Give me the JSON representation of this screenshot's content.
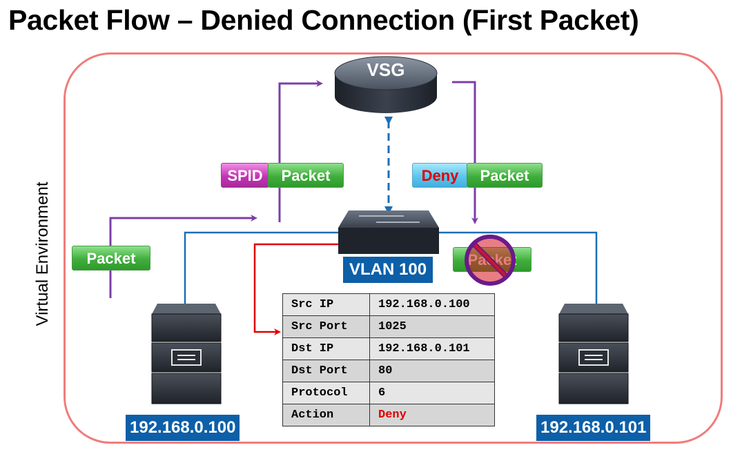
{
  "title": "Packet Flow – Denied Connection (First Packet)",
  "environment_label": "Virtual Environment",
  "vsg": {
    "label": "VSG"
  },
  "switch": {
    "label": "VLAN 100"
  },
  "hosts": {
    "left_ip": "192.168.0.100",
    "right_ip": "192.168.0.101"
  },
  "tags": {
    "packet_left": "Packet",
    "spid": "SPID",
    "spid_packet": "Packet",
    "deny": "Deny",
    "deny_packet": "Packet",
    "blocked_packet": "Packet"
  },
  "flow_table": [
    {
      "key": "Src IP",
      "value": "192.168.0.100"
    },
    {
      "key": "Src Port",
      "value": "1025"
    },
    {
      "key": "Dst IP",
      "value": "192.168.0.101"
    },
    {
      "key": "Dst Port",
      "value": "80"
    },
    {
      "key": "Protocol",
      "value": "6"
    },
    {
      "key": "Action",
      "value": "Deny"
    }
  ],
  "colors": {
    "frame": "#f07c7c",
    "flow_arrow": "#7b3fa8",
    "link_line": "#1d6db5",
    "ip_label_bg": "#0d5fa8",
    "deny_text": "#e00000",
    "lookup_arrow": "#e00000"
  },
  "icons": [
    "vsg-cylinder-icon",
    "switch-icon",
    "server-icon",
    "prohibited-icon"
  ]
}
